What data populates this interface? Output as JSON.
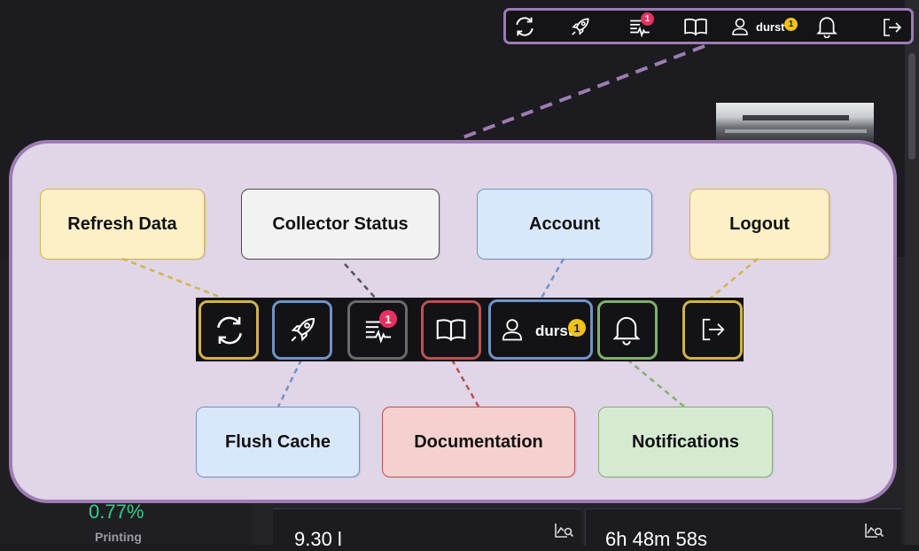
{
  "background": {
    "utilization_percent": "0.77%",
    "status_label": "Printing",
    "card_1_value": "9.30 l",
    "card_2_value": "6h 48m 58s"
  },
  "toolbar": {
    "collector_badge": "1",
    "user_name": "durst",
    "account_badge": "1",
    "icons": [
      "refresh-icon",
      "rocket-icon",
      "collector-status-icon",
      "book-icon",
      "user-icon",
      "bell-icon",
      "logout-icon"
    ]
  },
  "callouts": {
    "refresh": "Refresh Data",
    "collector": "Collector Status",
    "account": "Account",
    "logout": "Logout",
    "flush": "Flush Cache",
    "documentation": "Documentation",
    "notifications": "Notifications"
  },
  "colors": {
    "overlay_fill": "#e1d5e8",
    "overlay_border": "#9c7cb2",
    "yellow": "#fdf0c7",
    "blue": "#d9e7fa",
    "red": "#f6d0cf",
    "green": "#d6ead2",
    "gray": "#f3f2f2",
    "badge_red": "#e8315f",
    "badge_yellow": "#f2c21b"
  }
}
